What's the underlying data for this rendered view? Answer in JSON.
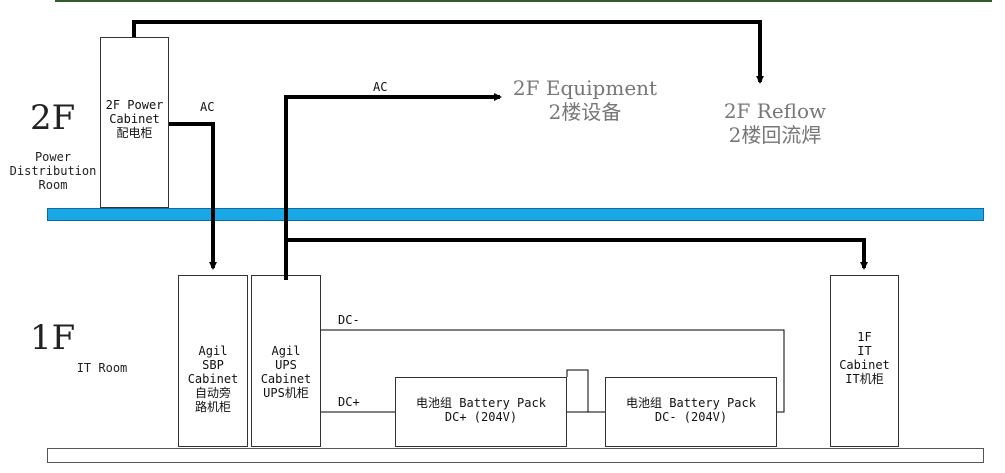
{
  "floors": {
    "f2": {
      "label": "2F",
      "room": "Power\nDistribution\nRoom"
    },
    "f1": {
      "label": "1F",
      "room": "IT Room"
    }
  },
  "cabinets": {
    "power_2f": "2F Power\nCabinet\n配电柜",
    "sbp": "Agil\nSBP\nCabinet\n自动旁\n路机柜",
    "ups": "Agil\nUPS\nCabinet\nUPS机柜",
    "it_1f": "1F\nIT\nCabinet\nIT机柜"
  },
  "batteries": {
    "pack1": "电池组 Battery Pack\nDC+ (204V)",
    "pack2": "电池组 Battery Pack\nDC- (204V)"
  },
  "destinations": {
    "equipment": "2F Equipment\n2楼设备",
    "reflow": "2F Reflow\n2楼回流焊"
  },
  "line_labels": {
    "ac_power": "AC",
    "ac_ups": "AC",
    "dc_minus": "DC-",
    "dc_plus": "DC+"
  },
  "colors": {
    "floor_bar": "#1aa7e6",
    "top_rule": "#2e5e2e"
  }
}
